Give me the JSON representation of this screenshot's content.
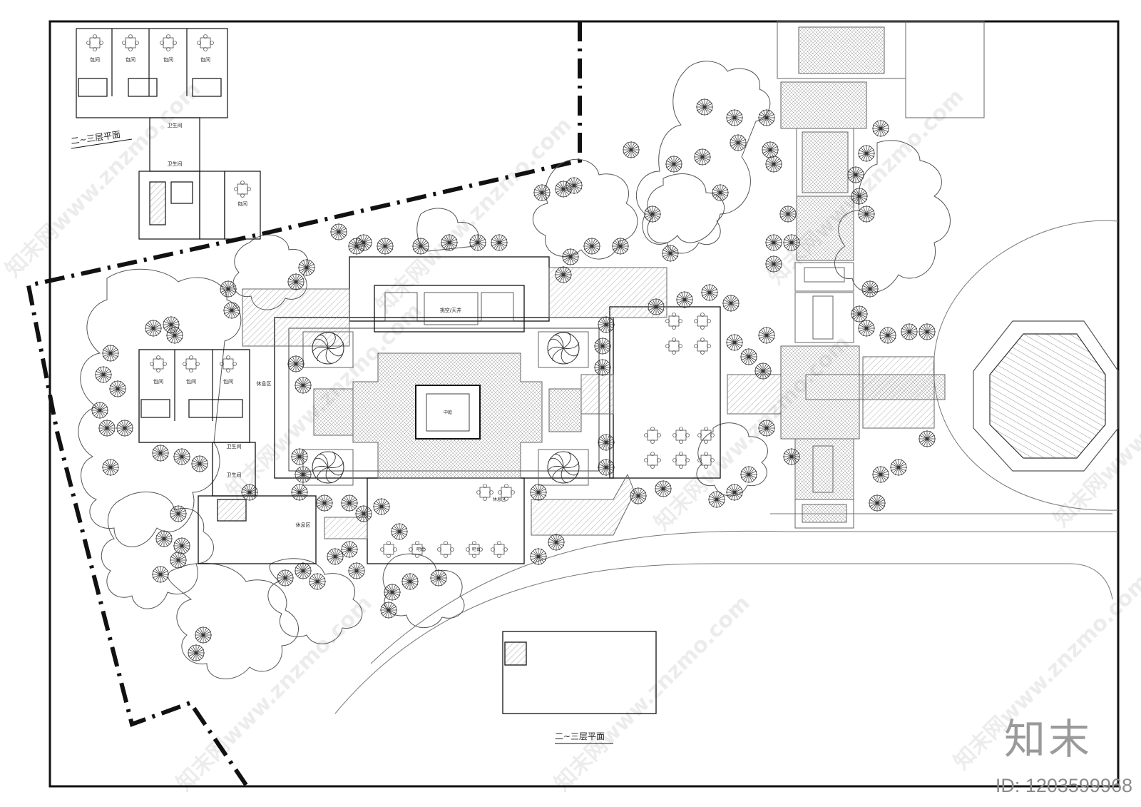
{
  "labels": {
    "upper_floor_plan_a": "二~三层平面",
    "upper_floor_plan_b": "二~三层平面",
    "private_room": "包间",
    "restroom": "卫生间",
    "lounge": "休息区",
    "atrium": "挑空/天井",
    "central_hall": "中庭",
    "bar": "吧台",
    "rest_zone": "休息区"
  },
  "watermark": {
    "text": "知末网www.znzmo.com"
  },
  "brand": {
    "logo_text": "知末",
    "id_text": "ID: 1203599968"
  },
  "colors": {
    "line": "#1a1a1a",
    "hatch": "#8a8a8a",
    "tree": "#333333",
    "watermark": "#bdbdbd"
  }
}
